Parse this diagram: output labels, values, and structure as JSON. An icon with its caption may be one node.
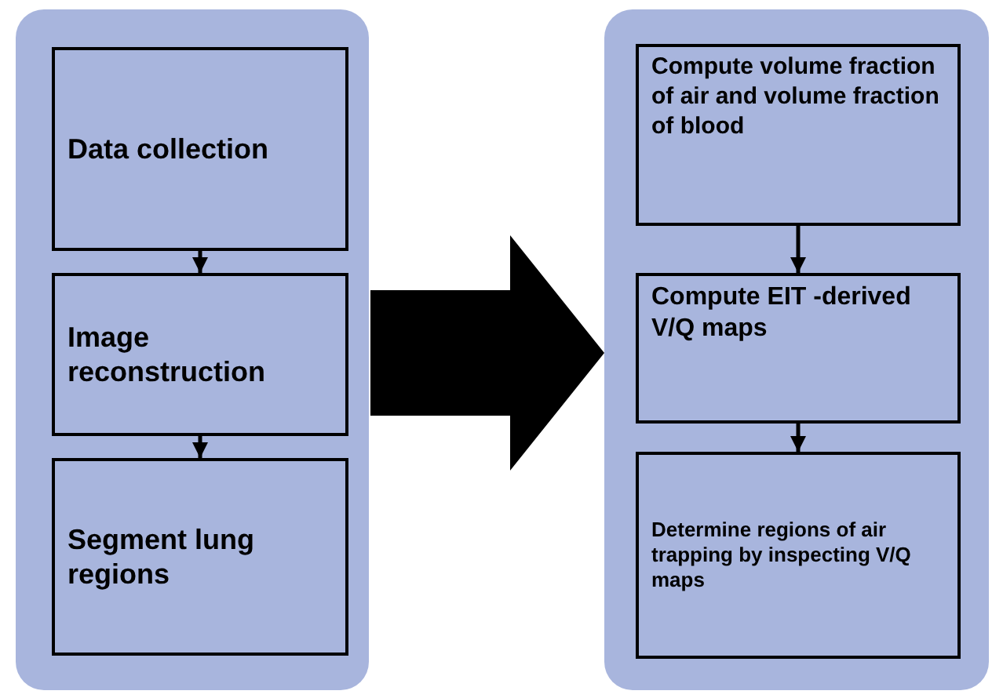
{
  "diagram": {
    "nodes": [
      {
        "text": [],
        "shape": "box"
      },
      {
        "text": [
          "Data collection"
        ],
        "in": 0
      },
      {
        "text": [
          "Image reconstruction"
        ],
        "in": 0
      },
      {
        "text": [
          "Segment lung regions"
        ],
        "in": 0
      },
      {
        "text": [],
        "shape": "box"
      },
      {
        "text": [
          "Compute volume fraction of air and volume fraction of blood"
        ],
        "in": 4
      },
      {
        "text": [
          "Compute EIT -derived V/Q maps"
        ],
        "in": 4
      },
      {
        "text": [
          "Determine regions of air trapping by inspecting V/Q maps"
        ],
        "in": 4
      }
    ],
    "edges": [
      {
        "from": 1,
        "to": 2,
        "arrow": "to"
      },
      {
        "from": 2,
        "to": 3,
        "arrow": "to"
      },
      {
        "from": 0,
        "to": 4,
        "arrow": "to",
        "style": "thick"
      },
      {
        "from": 5,
        "to": 6,
        "arrow": "to"
      },
      {
        "from": 6,
        "to": 7,
        "arrow": "to"
      }
    ]
  }
}
